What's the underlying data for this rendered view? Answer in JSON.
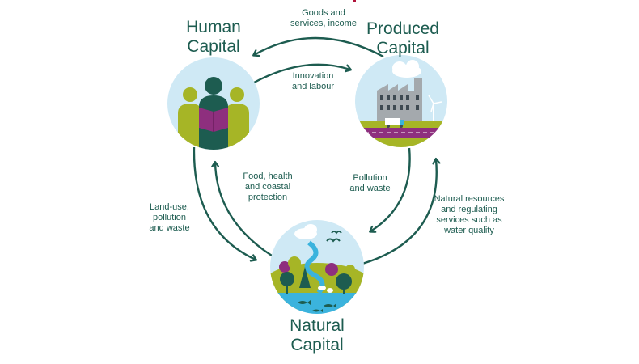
{
  "nodes": {
    "human": {
      "title": "Human\nCapital"
    },
    "produced": {
      "title": "Produced\nCapital"
    },
    "natural": {
      "title": "Natural\nCapital"
    }
  },
  "edges": {
    "produced_to_human": "Goods and\nservices, income",
    "human_to_produced": "Innovation\nand labour",
    "natural_to_human": "Food, health\nand coastal\nprotection",
    "human_to_natural": "Land-use,\npollution\nand waste",
    "produced_to_natural": "Pollution\nand waste",
    "natural_to_produced": "Natural resources\nand regulating\nservices such as\nwater quality"
  },
  "colors": {
    "arrow": "#1d5c50",
    "sky": "#cfe9f5",
    "green": "#a6b526",
    "magenta": "#8e2f7e",
    "dark_teal": "#1d5c50",
    "water": "#3bb3dd",
    "accent": "#b0123a"
  },
  "icons": {
    "human": "people-reading-icon",
    "produced": "factory-icon",
    "natural": "nature-icon"
  }
}
